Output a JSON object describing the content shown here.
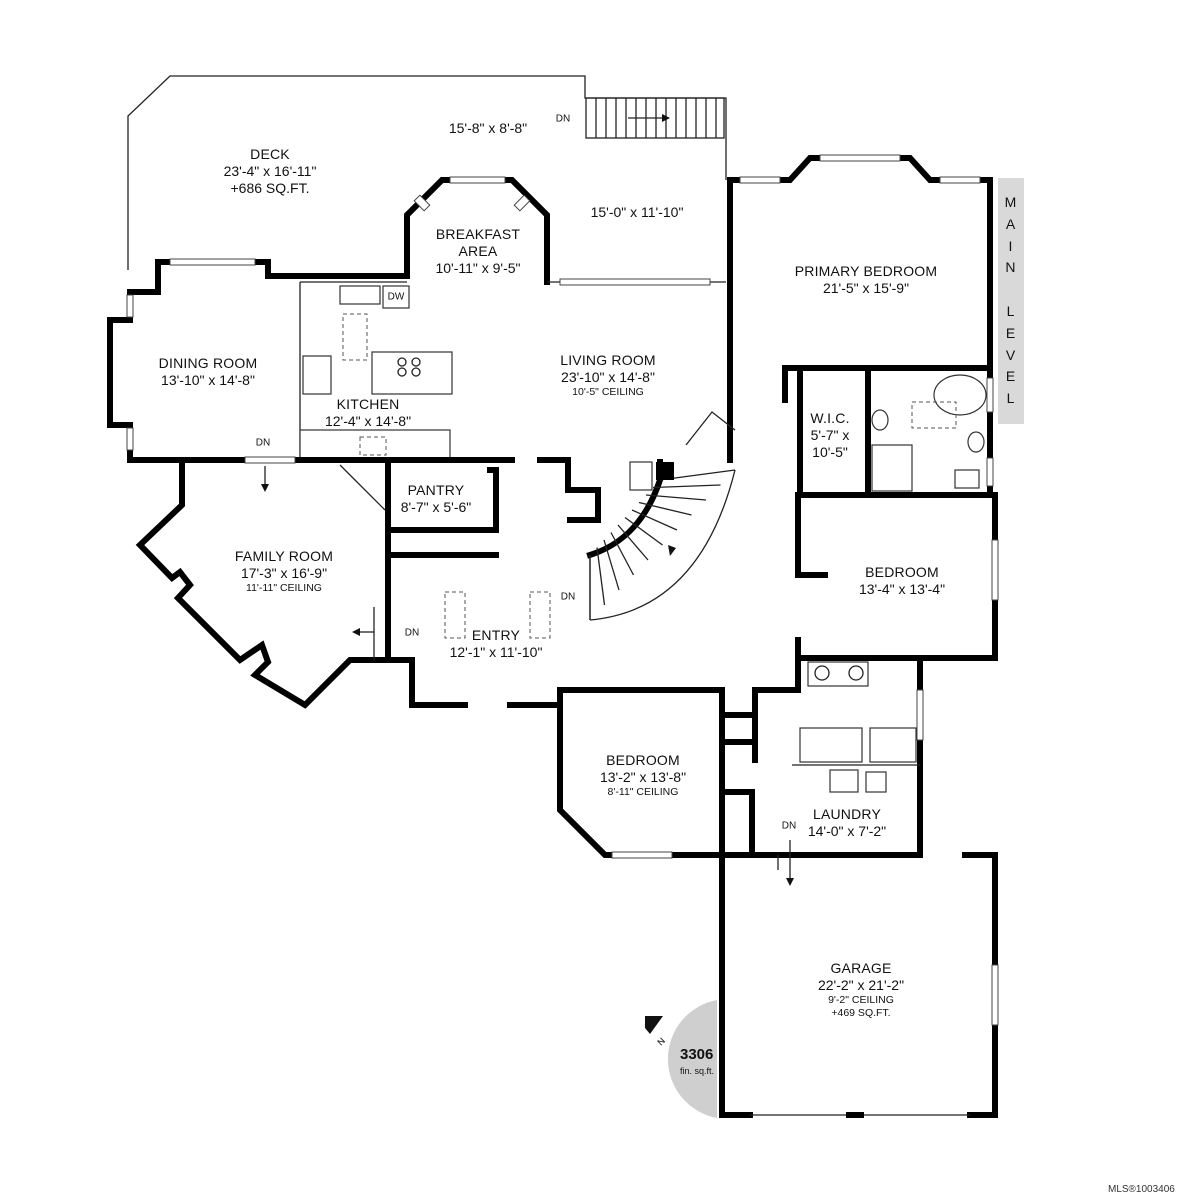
{
  "rooms": {
    "deck": {
      "name": "DECK",
      "dims": "23'-4\" x 16'-11\"",
      "area": "+686 SQ.FT."
    },
    "deck_upper": {
      "dims": "15'-8\" x 8'-8\""
    },
    "deck_lower": {
      "dims": "15'-0\" x 11'-10\""
    },
    "breakfast": {
      "name_line1": "BREAKFAST",
      "name_line2": "AREA",
      "dims": "10'-11\" x 9'-5\""
    },
    "primary_bedroom": {
      "name": "PRIMARY BEDROOM",
      "dims": "21'-5\" x 15'-9\""
    },
    "dining": {
      "name": "DINING ROOM",
      "dims": "13'-10\" x 14'-8\""
    },
    "living": {
      "name": "LIVING ROOM",
      "dims": "23'-10\" x 14'-8\"",
      "ceiling": "10'-5\" CEILING"
    },
    "kitchen": {
      "name": "KITCHEN",
      "dims": "12'-4\" x 14'-8\""
    },
    "wic": {
      "name": "W.I.C.",
      "dims_line1": "5'-7\" x",
      "dims_line2": "10'-5\""
    },
    "pantry": {
      "name": "PANTRY",
      "dims": "8'-7\" x 5'-6\""
    },
    "family": {
      "name": "FAMILY ROOM",
      "dims": "17'-3\" x 16'-9\"",
      "ceiling": "11'-11\" CEILING"
    },
    "bedroom_east": {
      "name": "BEDROOM",
      "dims": "13'-4\" x 13'-4\""
    },
    "entry": {
      "name": "ENTRY",
      "dims": "12'-1\" x 11'-10\""
    },
    "bedroom_south": {
      "name": "BEDROOM",
      "dims": "13'-2\" x 13'-8\"",
      "ceiling": "8'-11\" CEILING"
    },
    "laundry": {
      "name": "LAUNDRY",
      "dims": "14'-0\" x 7'-2\""
    },
    "garage": {
      "name": "GARAGE",
      "dims": "22'-2\" x 21'-2\"",
      "ceiling": "9'-2\" CEILING",
      "area": "+469 SQ.FT."
    }
  },
  "markers": {
    "down": "DN",
    "dishwasher": "DW",
    "north": "N"
  },
  "level_tag": {
    "word1": [
      "M",
      "A",
      "I",
      "N"
    ],
    "word2": [
      "L",
      "E",
      "V",
      "E",
      "L"
    ]
  },
  "total_area": {
    "value": "3306",
    "unit": "fin. sq.ft."
  },
  "listing_id": "MLS®1003406"
}
